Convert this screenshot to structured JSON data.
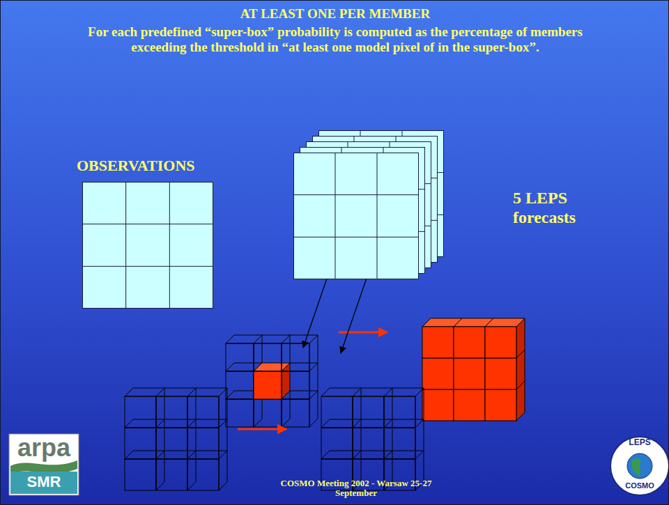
{
  "diagram": {
    "title": "AT LEAST ONE PER MEMBER",
    "nodes": [
      {
        "text": [
          "OBSERVATIONS"
        ]
      },
      {
        "text": [
          "5 LEPS forecasts"
        ]
      }
    ],
    "labels": [
      "For each predefined “super-box” probability is computed as the percentage of members exceeding the threshold in “at least one model pixel of in the super-box”.",
      "arpa",
      "SMR",
      "LEPS",
      "COSMO",
      "COSMO Meeting 2002 - Warsaw 25-27 September"
    ]
  }
}
